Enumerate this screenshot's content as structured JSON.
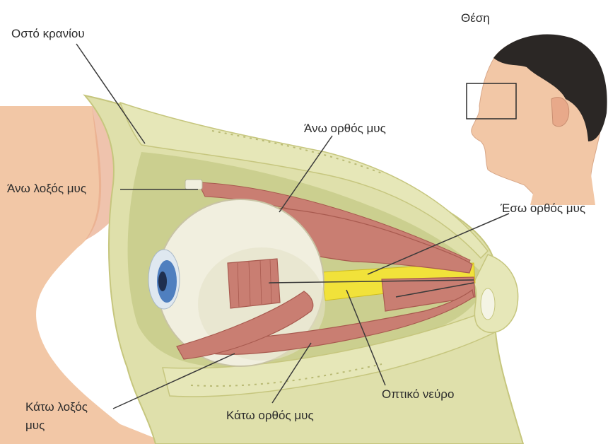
{
  "labels": {
    "skull_bone": "Οστό κρανίου",
    "position": "Θέση",
    "superior_rectus": "Άνω ορθός μυς",
    "superior_oblique": "Άνω λοξός μυς",
    "medial_rectus": "Έσω ορθός μυς",
    "inferior_oblique_line1": "Κάτω λοξός",
    "inferior_oblique_line2": "μυς",
    "optic_nerve": "Οπτικό νεύρο",
    "inferior_rectus": "Κάτω ορθός μυς"
  },
  "colors": {
    "bone": "#dfe0ab",
    "bone_edge": "#c6c67e",
    "orbit_fill": "#cbcf8f",
    "skin": "#f2c7a6",
    "skin_shade": "#e8a98a",
    "eye_white": "#f1efdf",
    "iris": "#4f7fbf",
    "muscle": "#c97e72",
    "muscle_dark": "#a85a4f",
    "nerve": "#f1e23a",
    "hair": "#2b2725",
    "leader": "#3a3a3a"
  },
  "icons": {
    "head_thumbnail": "head-profile-icon"
  }
}
